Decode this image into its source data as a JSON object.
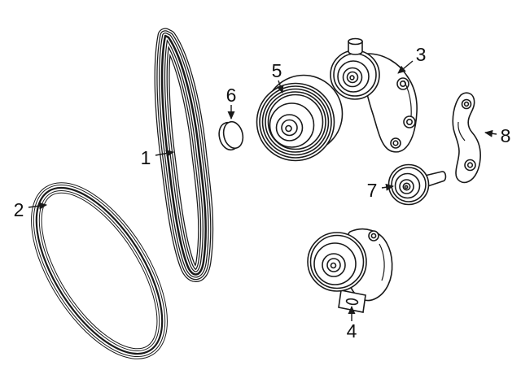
{
  "figure": {
    "type": "exploded-parts-line-diagram",
    "subject": "belt-drive-components",
    "background_color": "#ffffff",
    "line_color": "#1a1a1a",
    "callouts": [
      {
        "label": "1"
      },
      {
        "label": "2"
      },
      {
        "label": "3"
      },
      {
        "label": "4"
      },
      {
        "label": "5"
      },
      {
        "label": "6"
      },
      {
        "label": "7"
      },
      {
        "label": "8"
      }
    ]
  }
}
